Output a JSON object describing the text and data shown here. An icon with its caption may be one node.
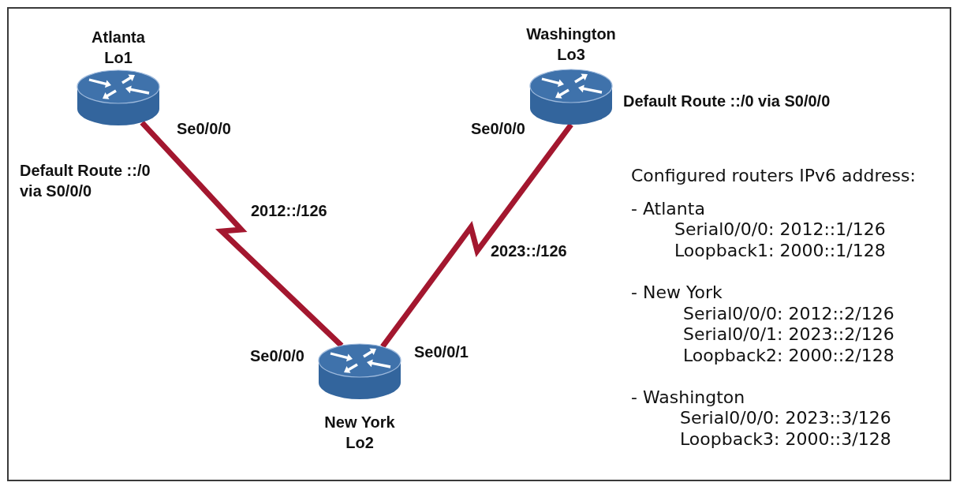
{
  "diagram": {
    "nodes": [
      {
        "text": [
          "Atlanta",
          "Lo1"
        ],
        "beside": [
          "Se0/0/0",
          "Default Route ::/0 via S0/0/0"
        ]
      },
      {
        "text": [
          "Washington",
          "Lo3"
        ],
        "beside": [
          "Default Route ::/0 via S0/0/0",
          "Se0/0/0"
        ]
      },
      {
        "text": [
          "New York",
          "Lo2"
        ],
        "beside": [
          "Se0/0/0",
          "Se0/0/1"
        ]
      }
    ],
    "edges": [
      {
        "from": 0,
        "to": 2,
        "arrow": "none",
        "label": "2012::/126"
      },
      {
        "from": 1,
        "to": 2,
        "arrow": "none",
        "label": "2023::/126"
      }
    ],
    "labels": [
      "Configured routers IPv6 address:",
      "- Atlanta",
      "Serial0/0/0: 2012::1/126",
      "Loopback1: 2000::1/128",
      "- New York",
      "Serial0/0/0: 2012::2/126",
      "Serial0/0/1: 2023::2/126",
      "Loopback2: 2000::2/128",
      "- Washington",
      "Serial0/0/0: 2023::3/126",
      "Loopback3: 2000::3/128"
    ]
  }
}
